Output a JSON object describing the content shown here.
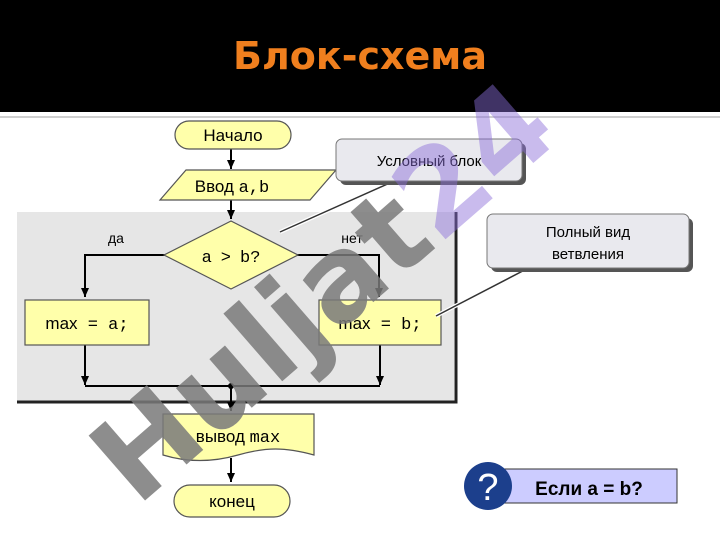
{
  "title": "Блок-схема",
  "flowchart": {
    "start": "Начало",
    "input_prefix": "Ввод ",
    "input_vars": "a,b",
    "condition_a": "a",
    "condition_op": ">",
    "condition_b": "b?",
    "yes_label": "да",
    "no_label": "нет",
    "left_var": "max",
    "left_expr": " = a;",
    "right_var": "max",
    "right_expr": " = b;",
    "output_prefix": "вывод ",
    "output_var": "max",
    "end": "конец"
  },
  "callouts": {
    "condition_block": "Условный блок",
    "full_branch_line1": "Полный вид",
    "full_branch_line2": "ветвления"
  },
  "question": {
    "icon": "?",
    "text": "Если a = b?"
  },
  "watermark": {
    "text_gray": "Huljat",
    "text_purple": "24"
  },
  "colors": {
    "header_bg": "#000000",
    "title": "#f07f1e",
    "block_fill": "#ffffaa",
    "region_fill": "#e6e6e6",
    "callout_fill": "#e9e9ee",
    "question_circle": "#1c3f8c",
    "question_box": "#ccccff",
    "watermark_gray": "#7a7a7a",
    "watermark_purple": "#8a6ed8"
  }
}
